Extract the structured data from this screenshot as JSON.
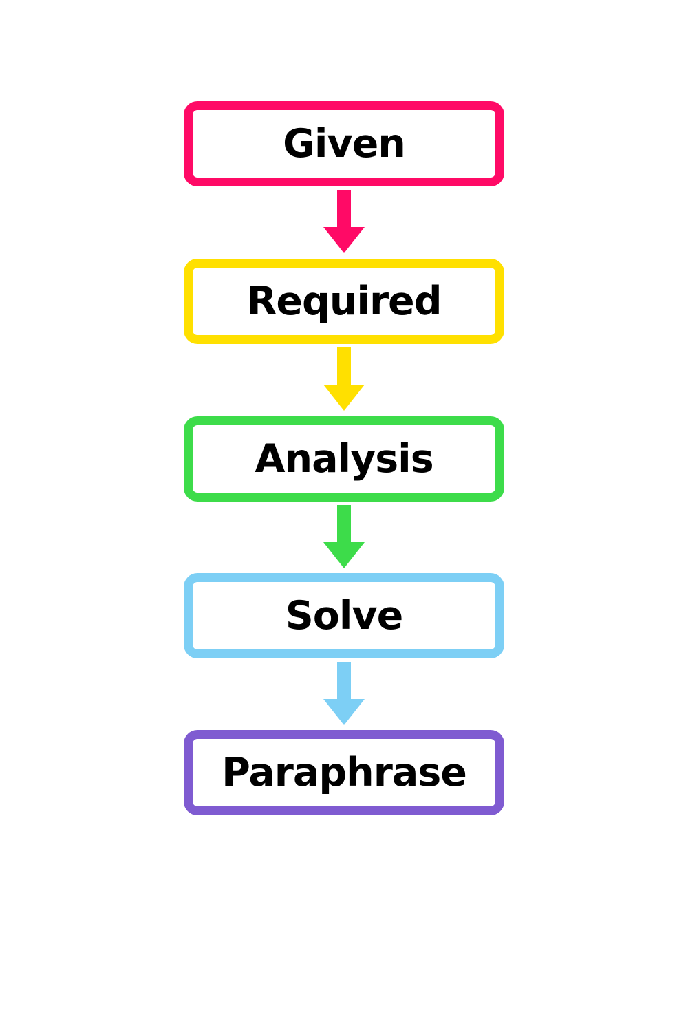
{
  "steps": [
    {
      "label": "Given",
      "color": "#ff0a66"
    },
    {
      "label": "Required",
      "color": "#ffe000"
    },
    {
      "label": "Analysis",
      "color": "#3ddc4a"
    },
    {
      "label": "Solve",
      "color": "#7dcff5"
    },
    {
      "label": "Paraphrase",
      "color": "#7f5bd1"
    }
  ],
  "connector_icon": "arrow-down-icon"
}
